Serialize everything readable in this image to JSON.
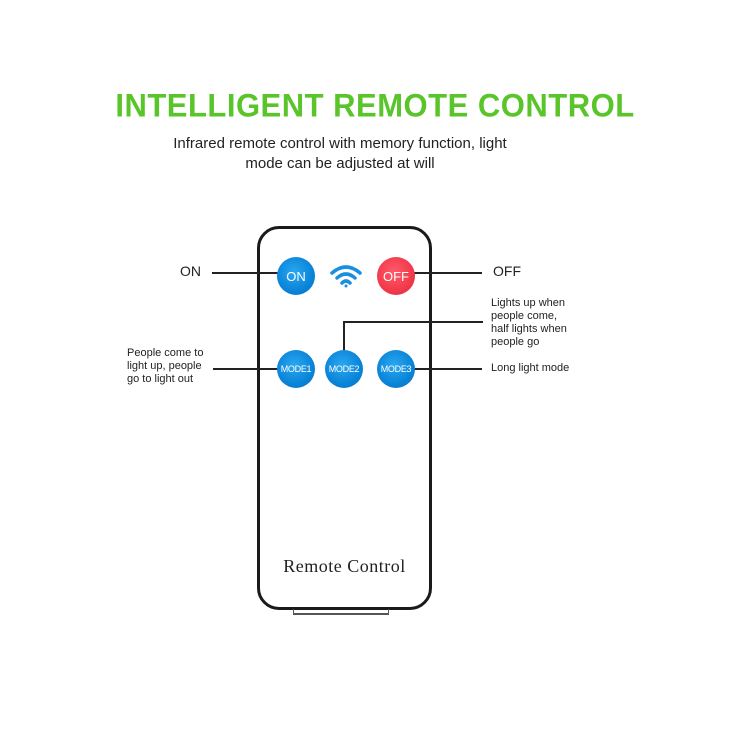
{
  "title": "INTELLIGENT REMOTE CONTROL",
  "subtitle": {
    "line1": "Infrared remote control with memory function, light",
    "line2": "mode can be adjusted at will"
  },
  "remote": {
    "label": "Remote Control",
    "buttons": {
      "on": "ON",
      "off": "OFF",
      "mode1": "MODE1",
      "mode2": "MODE2",
      "mode3": "MODE3"
    }
  },
  "callouts": {
    "on": "ON",
    "off": "OFF",
    "mode1": [
      "People come to",
      "light up, people",
      "go to light out"
    ],
    "mode2": [
      "Lights up when",
      "people come,",
      "half lights when",
      "people go"
    ],
    "mode3": "Long light mode"
  },
  "colors": {
    "title": "#5ac52a",
    "button_blue": "#0a84d8",
    "button_red": "#f13a4b",
    "signal": "#1a8ee0"
  }
}
